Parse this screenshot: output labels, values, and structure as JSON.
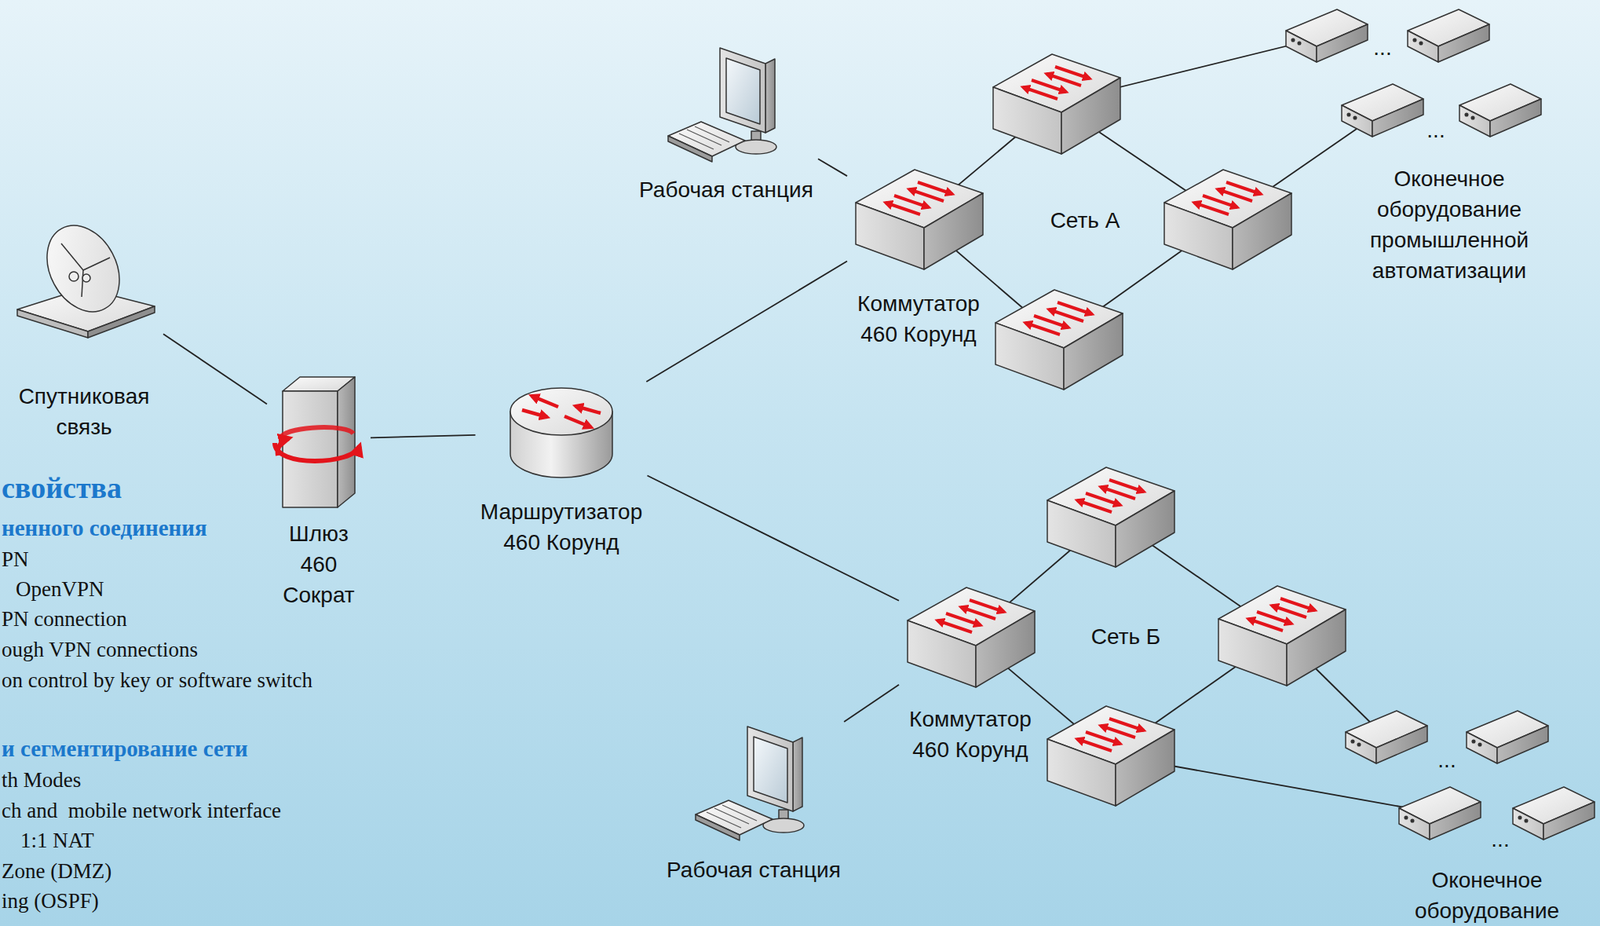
{
  "diagram": {
    "nodes": [
      {
        "text": [
          "Спутниковая связь"
        ]
      },
      {
        "text": [
          "Шлюз 460 Сократ"
        ]
      },
      {
        "text": [
          "Маршрутизатор 460 Корунд"
        ]
      },
      {
        "text": [
          "Рабочая станция"
        ]
      },
      {
        "text": [
          "Коммутатор 460 Корунд"
        ]
      },
      {
        "text": [
          "Коммутатор 460 Корунд"
        ]
      },
      {
        "text": [
          "Рабочая станция"
        ]
      }
    ],
    "edges": [
      {
        "from": 0,
        "to": 1,
        "arrow": "none"
      },
      {
        "from": 1,
        "to": 2,
        "arrow": "none"
      },
      {
        "from": 2,
        "to": 4,
        "arrow": "none"
      },
      {
        "from": 3,
        "to": 4,
        "arrow": "none"
      },
      {
        "from": 2,
        "to": 5,
        "arrow": "none"
      },
      {
        "from": 6,
        "to": 5,
        "arrow": "none"
      }
    ],
    "labels": [
      "Сеть А",
      "Сеть Б",
      "...",
      "...",
      "...",
      "...",
      "Оконечное оборудование промышленной автоматизации",
      "Оконечное оборудование",
      "свойства",
      "ненного соединения",
      "PN",
      "OpenVPN",
      "PN connection",
      "ough VPN connections",
      "on control by key or software switch",
      "и сегментирование сети",
      "th Modes",
      "ch and  mobile network interface",
      "1:1 NAT",
      "Zone (DMZ)",
      "ing (OSPF)"
    ]
  }
}
